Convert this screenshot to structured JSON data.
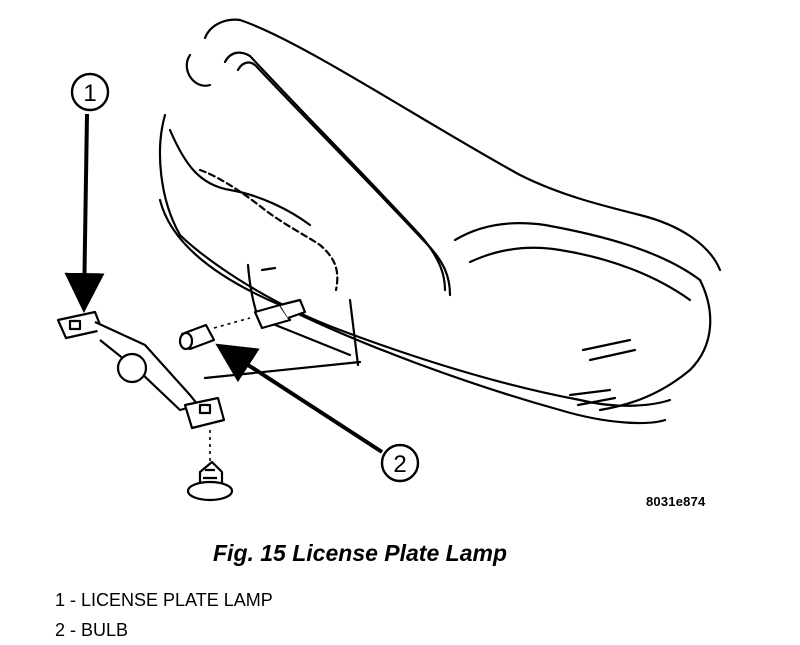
{
  "figure": {
    "callouts": [
      {
        "number": "1"
      },
      {
        "number": "2"
      }
    ],
    "reference_code": "8031e874",
    "caption": "Fig. 15 License Plate Lamp",
    "legend": [
      {
        "text": "1 - LICENSE PLATE LAMP"
      },
      {
        "text": "2 - BULB"
      }
    ]
  }
}
